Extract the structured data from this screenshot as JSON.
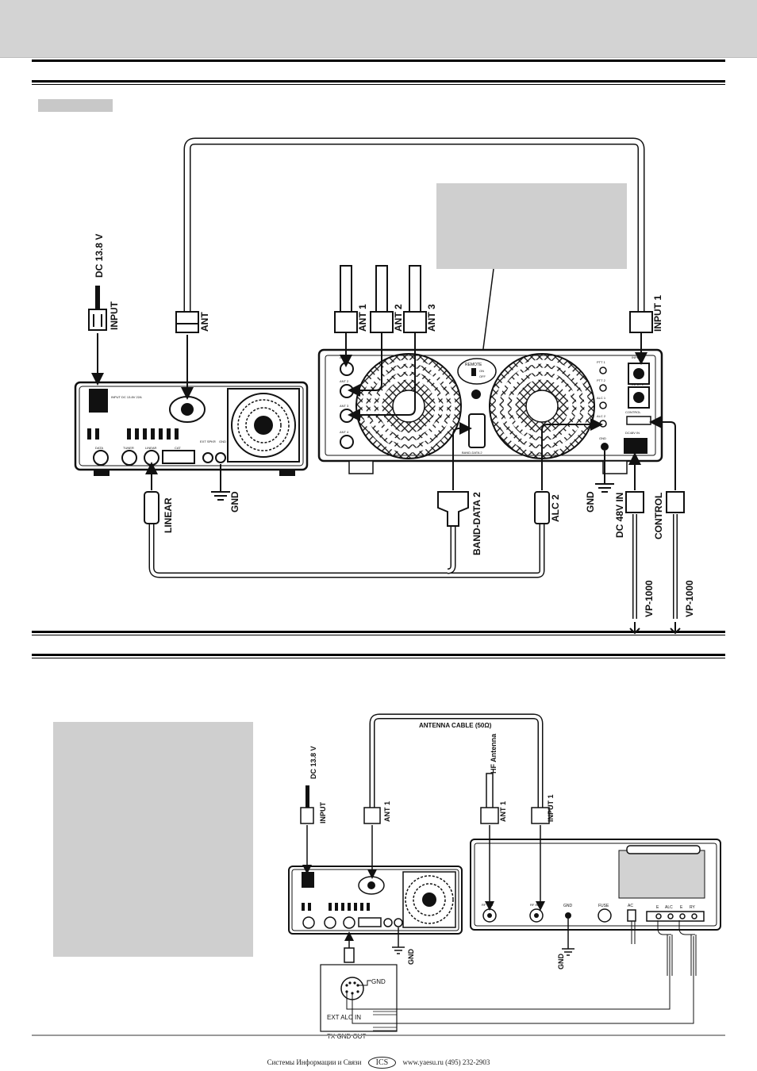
{
  "diagram1": {
    "labels": {
      "dc_supply": "DC 13.8 V",
      "input_plug": "INPUT",
      "ant_plug": "ANT",
      "ant1": "ANT 1",
      "ant2": "ANT 2",
      "ant3": "ANT 3",
      "input1": "INPUT 1",
      "linear": "LINEAR",
      "gnd_radio": "GND",
      "band_data2": "BAND-DATA 2",
      "alc2": "ALC 2",
      "gnd_amp": "GND",
      "dc48": "DC 48V IN",
      "control": "CONTROL",
      "vp1000_a": "VP-1000",
      "vp1000_b": "VP-1000"
    },
    "radio_panel": {
      "input_label": "INPUT DC 13.8V 22A",
      "ext_spkr": "EXT SPKR",
      "gnd": "GND",
      "ports": [
        "DATA",
        "TUNER",
        "LINEAR",
        "CAT"
      ]
    },
    "amp_panel": {
      "remote": "REMOTE",
      "on": "ON",
      "off": "OFF",
      "band_data2": "BAND-DATA 2",
      "ptt1": "PTT 1",
      "ptt2": "PTT 2",
      "alc1": "ALC 1",
      "alc2": "ALC 2",
      "control": "CONTROL",
      "gnd": "GND",
      "dc48": "DC48V IN",
      "input1": "INPUT 1",
      "input2": "INPUT 2",
      "ant_ports": [
        "A",
        "ANT 2",
        "ANT 3",
        "ANT 4"
      ]
    }
  },
  "diagram2": {
    "labels": {
      "antenna_cable": "ANTENNA CABLE (50Ω)",
      "hf_antenna": "HF Antenna",
      "dc_supply": "DC 13.8 V",
      "input_plug": "INPUT",
      "ant1_radio": "ANT 1",
      "ant1_amp": "ANT 1",
      "input1": "INPUT 1",
      "gnd_radio": "GND",
      "gnd_amp": "GND",
      "gnd_din": "GND",
      "ext_alc_in": "EXT ALC IN",
      "tx_gnd_out": "TX GND OUT"
    },
    "amp_panel": {
      "rf_out": "RF OUT",
      "rf_in": "RF IN",
      "gnd": "GND",
      "fuse": "FUSE",
      "ac": "AC",
      "e1": "E",
      "alc": "ALC",
      "e2": "E",
      "ry": "RY"
    }
  },
  "footer": {
    "company": "Системы Информации и Связи",
    "logo": "ICS",
    "contact": "www.yaesu.ru (495) 232-2903"
  }
}
